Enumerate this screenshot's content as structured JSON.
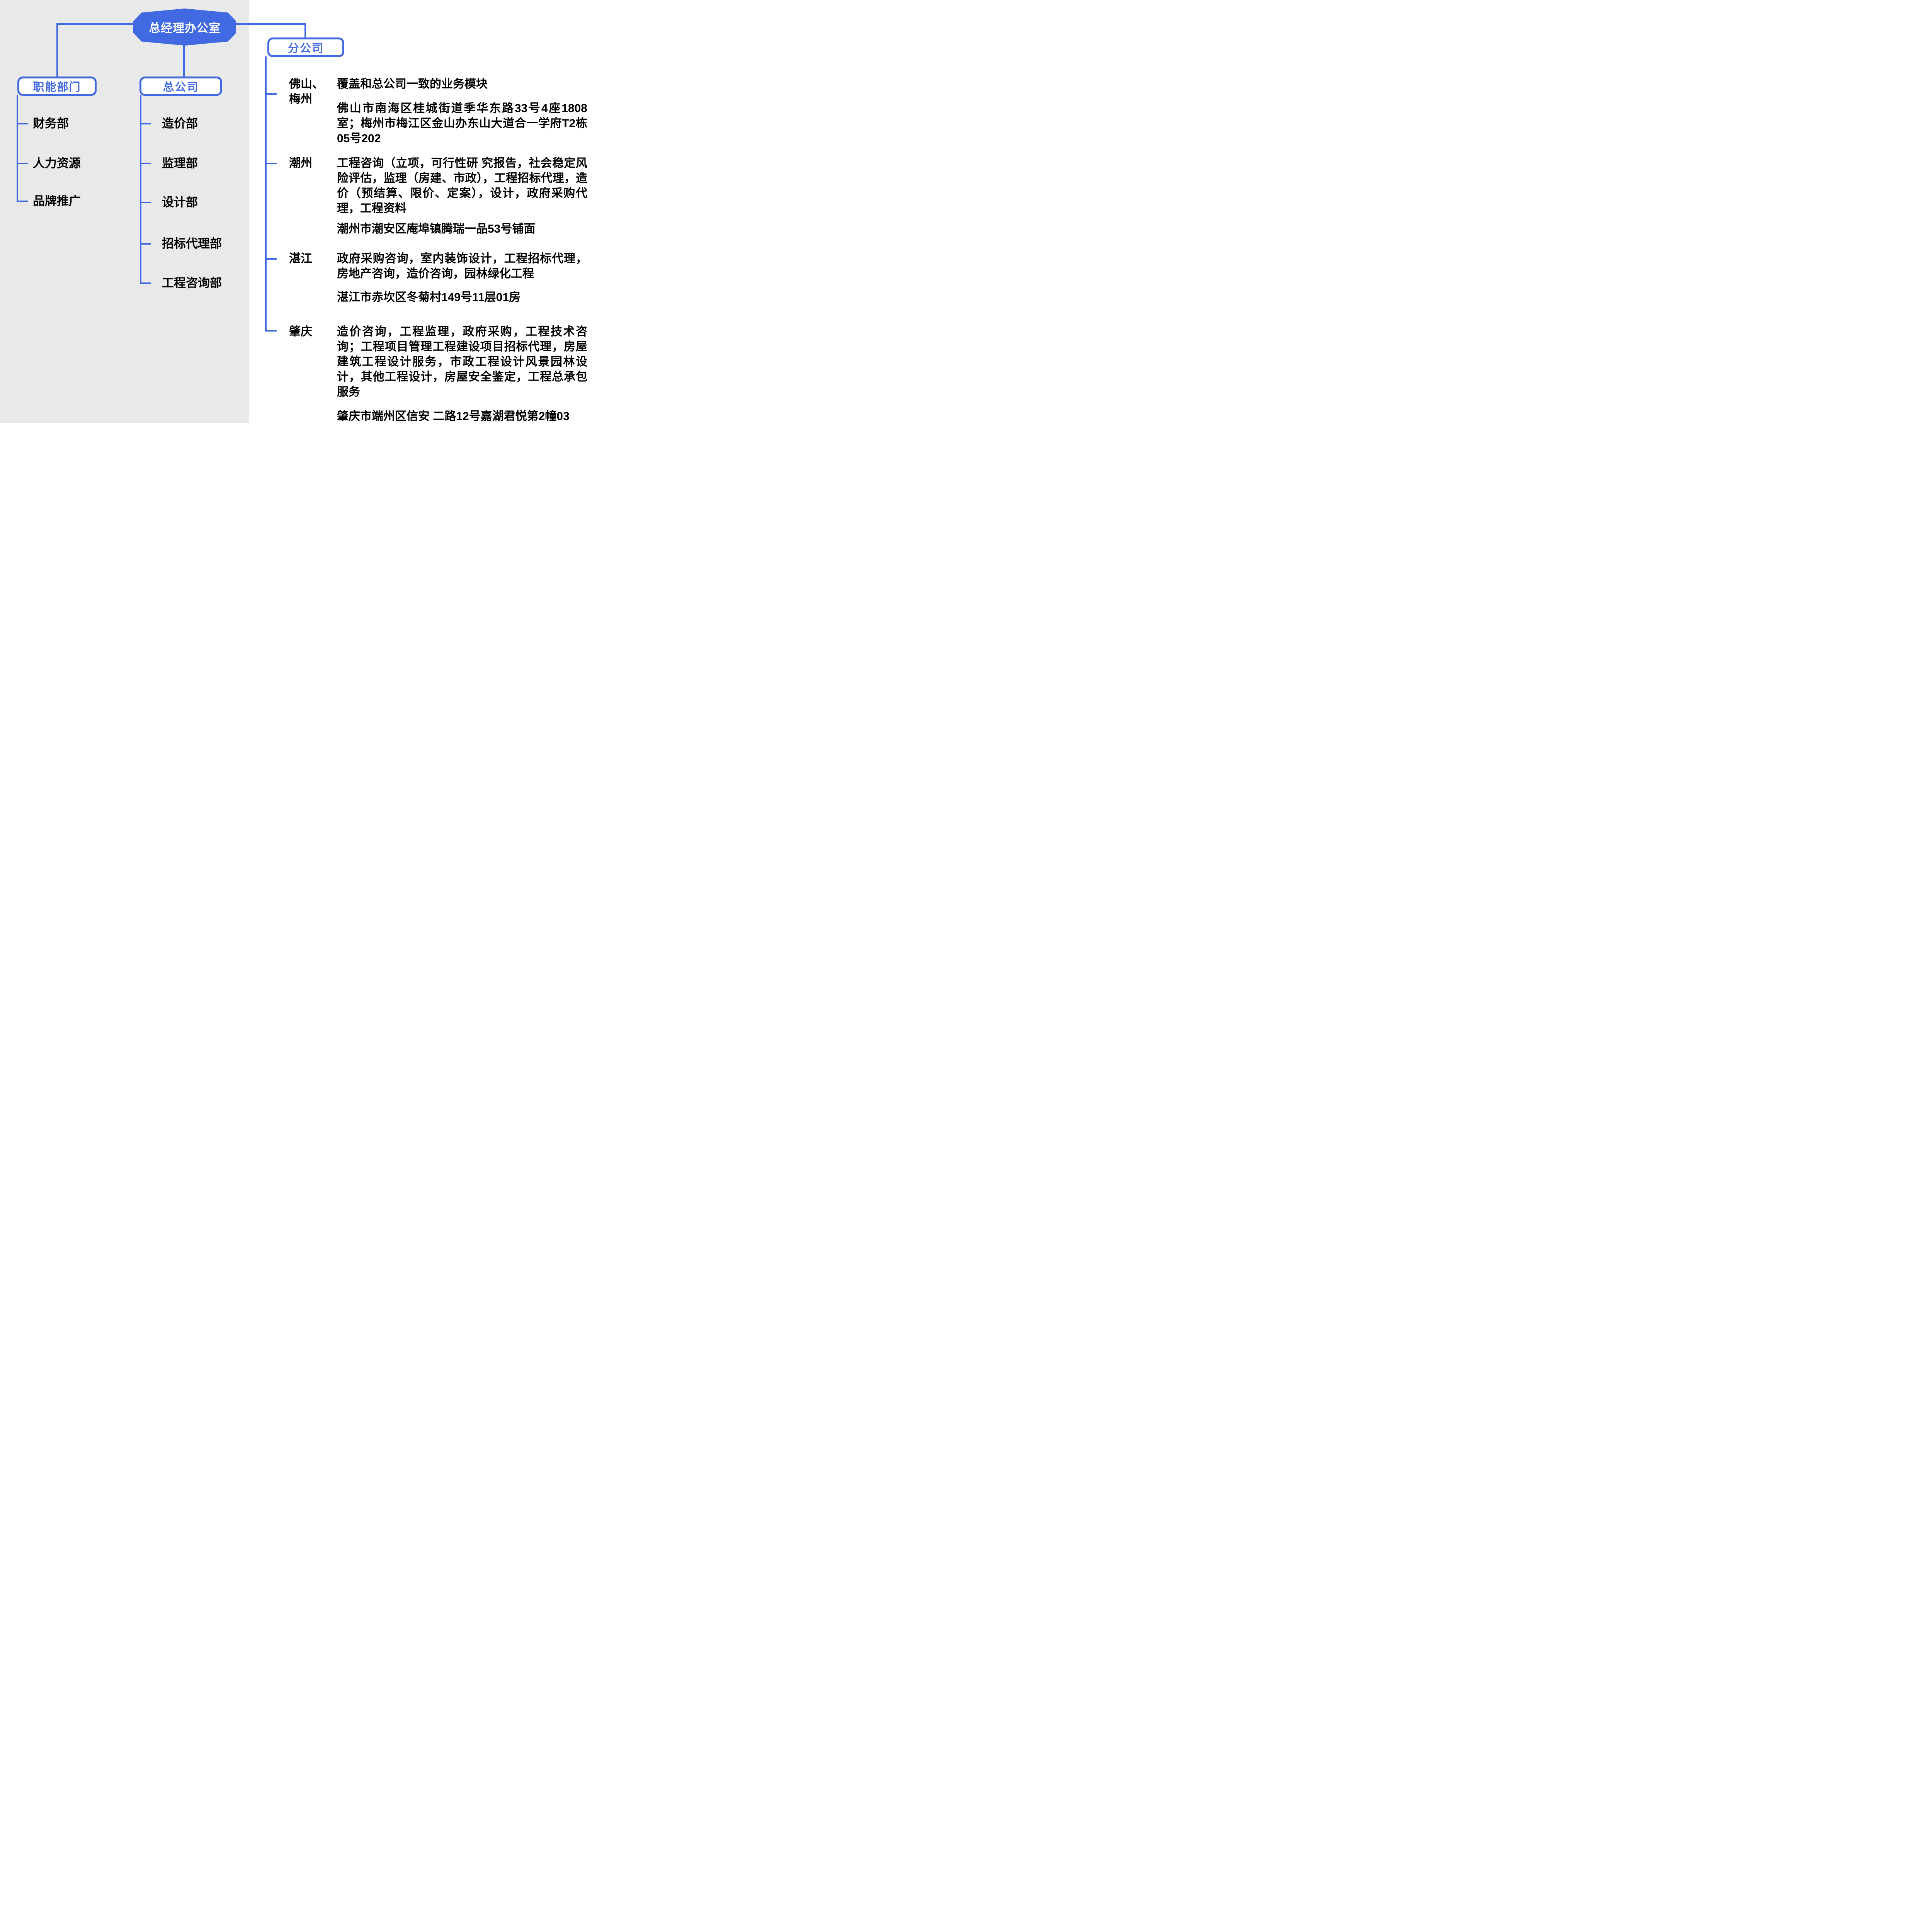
{
  "colors": {
    "accent": "#4169e1",
    "left_panel_bg": "#e9e9e9",
    "canvas_bg": "#ffffff",
    "body_text": "#000000",
    "node_text": "#4169e1",
    "root_text": "#ffffff"
  },
  "root_node": {
    "label": "总经理办公室"
  },
  "functional": {
    "label": "职能部门",
    "items": [
      "财务部",
      "人力资源",
      "品牌推广"
    ]
  },
  "head_office": {
    "label": "总公司",
    "items": [
      "造价部",
      "监理部",
      "设计部",
      "招标代理部",
      "工程咨询部"
    ]
  },
  "branch_offices": {
    "label": "分公司",
    "branches": [
      {
        "city_line1": "佛山、",
        "city_line2": "梅州",
        "business": "覆盖和总公司一致的业务模块",
        "address": "佛山市南海区桂城街道季华东路33号4座1808室；梅州市梅江区金山办东山大道合一学府T2栋05号202"
      },
      {
        "city_line1": "潮州",
        "city_line2": "",
        "business": "工程咨询（立项，可行性研 究报告，社会稳定风险评估，监理（房建、市政），工程招标代理，造价（预结算、限价、定案），设计，政府采购代理，工程资料",
        "address": "潮州市潮安区庵埠镇腾瑞一品53号铺面"
      },
      {
        "city_line1": "湛江",
        "city_line2": "",
        "business": "政府采购咨询，室内装饰设计，工程招标代理，房地产咨询，造价咨询，园林绿化工程",
        "address": "湛江市赤坎区冬菊村149号11层01房"
      },
      {
        "city_line1": "肇庆",
        "city_line2": "",
        "business": "造价咨询，工程监理，政府采购，工程技术咨询；工程项目管理工程建设项目招标代理，房屋建筑工程设计服务，市政工程设计风景园林设计，其他工程设计，房屋安全鉴定，工程总承包服务",
        "address": "肇庆市端州区信安 二路12号嘉湖君悦第2幢03"
      }
    ]
  }
}
